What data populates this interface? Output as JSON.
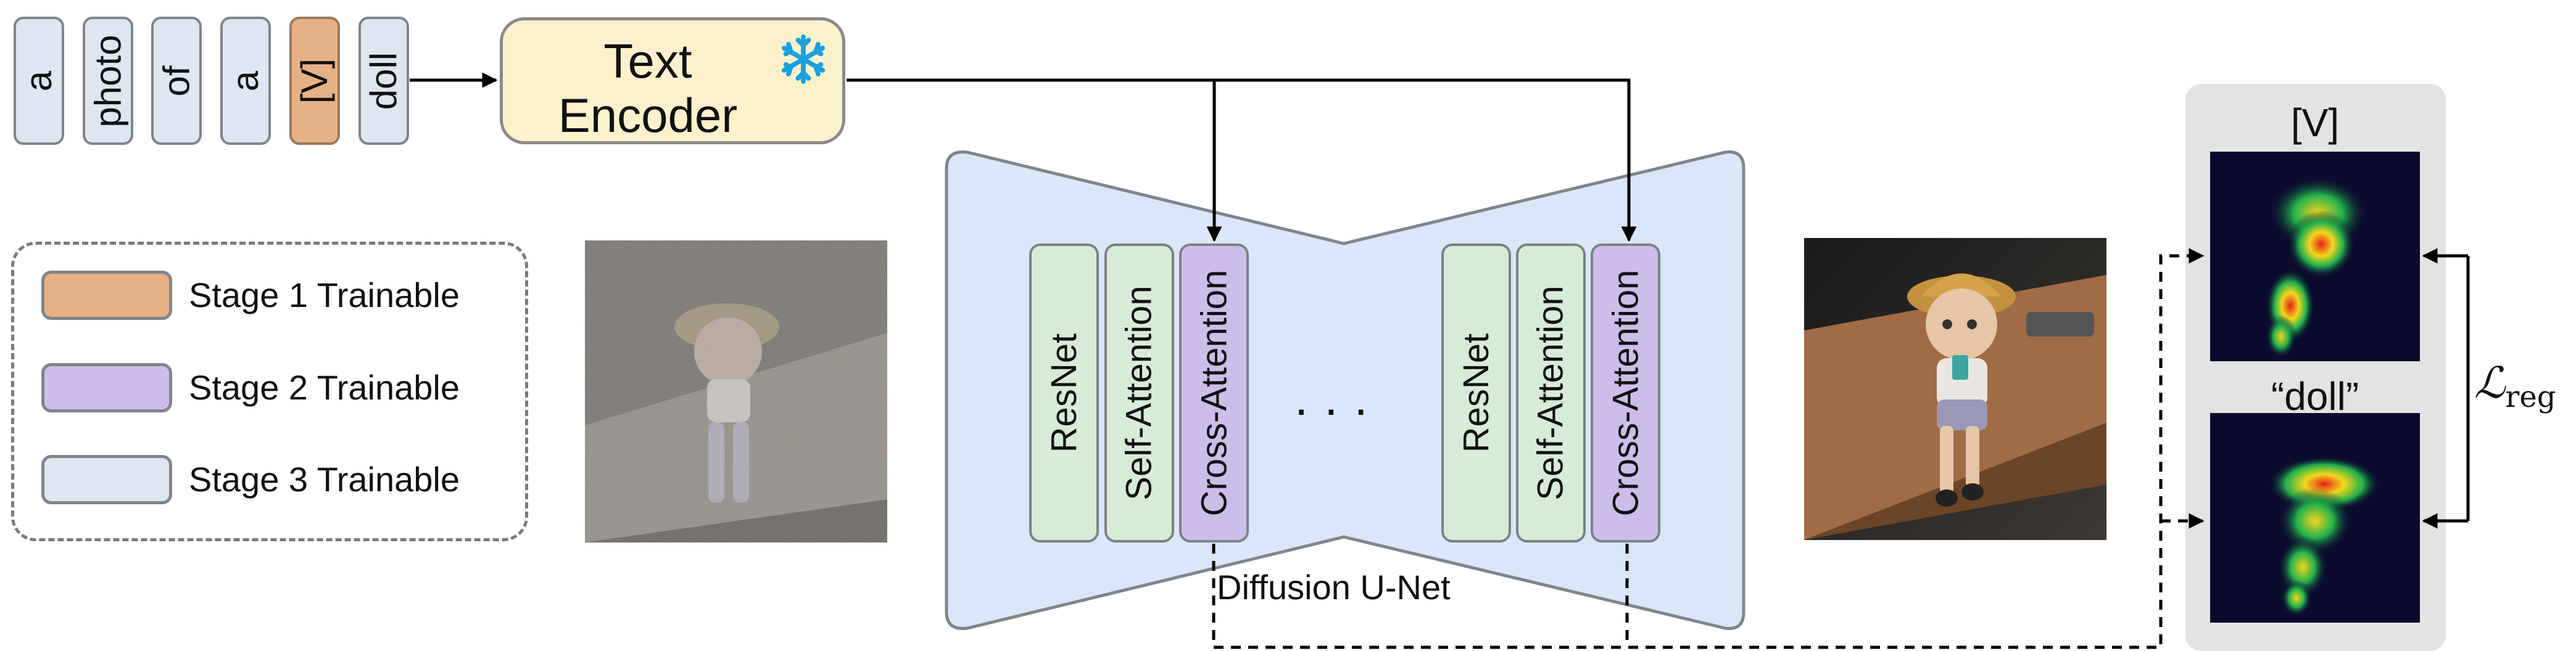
{
  "tokens": [
    "a",
    "photo",
    "of",
    "a",
    "[V]",
    "doll"
  ],
  "encoder": {
    "label_line1": "Text",
    "label_line2": "Encoder",
    "frozen_icon": "snowflake-icon"
  },
  "legend": {
    "items": [
      {
        "label": "Stage 1 Trainable",
        "color": "#e5b185"
      },
      {
        "label": "Stage 2 Trainable",
        "color": "#cdbde9"
      },
      {
        "label": "Stage 3 Trainable",
        "color": "#dde6f1"
      }
    ]
  },
  "unet": {
    "label": "Diffusion U-Net",
    "ellipsis": "...",
    "blocks": [
      "ResNet",
      "Self-Attention",
      "Cross-Attention",
      "ResNet",
      "Self-Attention",
      "Cross-Attention"
    ]
  },
  "attention_maps": {
    "titles": [
      "[V]",
      "“doll”"
    ],
    "loss_symbol": "ℒ",
    "loss_subscript": "reg"
  },
  "colors": {
    "stage1": "#e5b185",
    "stage2": "#cdbde9",
    "stage3": "#dde6f1",
    "encoder": "#fdf1cc",
    "resnet_self_attention": "#d6ecd7",
    "snowflake": "#1aa0e0"
  }
}
